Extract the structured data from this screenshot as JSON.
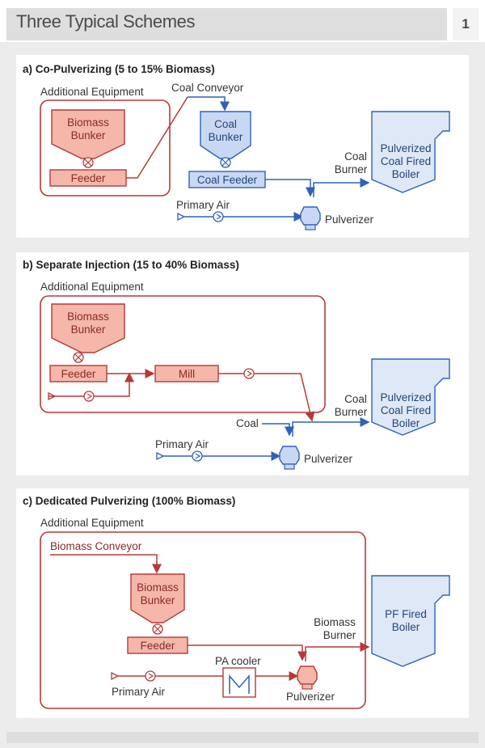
{
  "header": {
    "title": "Three Typical Schemes",
    "figure_number": "1"
  },
  "panel_a": {
    "heading": "a) Co-Pulverizing (5 to 15% Biomass)",
    "additional_equipment": "Additional Equipment",
    "biomass_bunker": [
      "Biomass",
      "Bunker"
    ],
    "feeder": "Feeder",
    "coal_conveyor": "Coal Conveyor",
    "coal_bunker": [
      "Coal",
      "Bunker"
    ],
    "coal_feeder": "Coal Feeder",
    "coal_burner": [
      "Coal",
      "Burner"
    ],
    "boiler": [
      "Pulverized",
      "Coal Fired",
      "Boiler"
    ],
    "primary_air": "Primary Air",
    "pulverizer": "Pulverizer"
  },
  "panel_b": {
    "heading": "b) Separate Injection (15 to 40% Biomass)",
    "additional_equipment": "Additional Equipment",
    "biomass_bunker": [
      "Biomass",
      "Bunker"
    ],
    "feeder": "Feeder",
    "mill": "Mill",
    "coal": "Coal",
    "coal_burner": [
      "Coal",
      "Burner"
    ],
    "boiler": [
      "Pulverized",
      "Coal Fired",
      "Boiler"
    ],
    "primary_air": "Primary Air",
    "pulverizer": "Pulverizer"
  },
  "panel_c": {
    "heading": "c) Dedicated Pulverizing (100% Biomass)",
    "additional_equipment": "Additional Equipment",
    "biomass_conveyor": "Biomass Conveyor",
    "biomass_bunker": [
      "Biomass",
      "Bunker"
    ],
    "feeder": "Feeder",
    "pa_cooler": "PA cooler",
    "biomass_burner": [
      "Biomass",
      "Burner"
    ],
    "boiler": [
      "PF Fired",
      "Boiler"
    ],
    "primary_air": "Primary Air",
    "pulverizer": "Pulverizer"
  },
  "colors": {
    "red_line": "#b53a3a",
    "red_fill": "#f4b7a9",
    "blue_line": "#2f62b8",
    "blue_fill": "#c9d8f2",
    "panel_bg": "#ffffff",
    "page_bg": "#ececec"
  }
}
